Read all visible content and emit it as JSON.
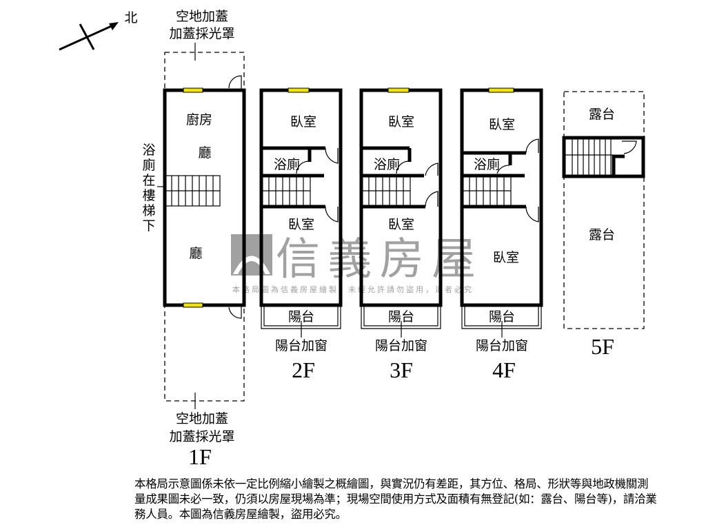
{
  "north": {
    "label": "北"
  },
  "watermark": {
    "brand": "信義房屋",
    "notice": "本格局圖為信義房屋繪製，未經允許請勿盜用，違者必究",
    "color": "#8a8a8a"
  },
  "floor1": {
    "top_note_1": "空地加蓋",
    "top_note_2": "加蓋採光罩",
    "kitchen": "廚房",
    "living_upper": "廳",
    "living_lower": "廳",
    "bath_note": [
      "浴",
      "廁",
      "在",
      "樓",
      "梯",
      "下"
    ],
    "bottom_note_1": "空地加蓋",
    "bottom_note_2": "加蓋採光罩",
    "label": "1F"
  },
  "floor2": {
    "bedroom_front": "臥室",
    "bath": "浴廁",
    "bedroom_back": "臥室",
    "balcony": "陽台",
    "balcony_note": "陽台加窗",
    "label": "2F"
  },
  "floor3": {
    "bedroom_front": "臥室",
    "bath": "浴廁",
    "bedroom_back": "臥室",
    "balcony": "陽台",
    "balcony_note": "陽台加窗",
    "label": "3F"
  },
  "floor4": {
    "bedroom_front": "臥室",
    "bath": "浴廁",
    "bedroom_back": "臥室",
    "balcony": "陽台",
    "balcony_note": "陽台加窗",
    "label": "4F"
  },
  "floor5": {
    "terrace_front": "露台",
    "terrace_back": "露台",
    "label": "5F"
  },
  "disclaimer": "本格局示意圖係未依一定比例縮小繪製之概繪圖，與實況仍有差距，其方位、格局、形狀等與地政機關測量成果圖未必一致，仍須以房屋現場為準；現場空間使用方式及面積有無登記(如：露台、陽台等)，請洽業務人員。本圖為信義房屋繪製，盜用必究。",
  "colors": {
    "window": "#f2e600",
    "wall": "#000000"
  }
}
